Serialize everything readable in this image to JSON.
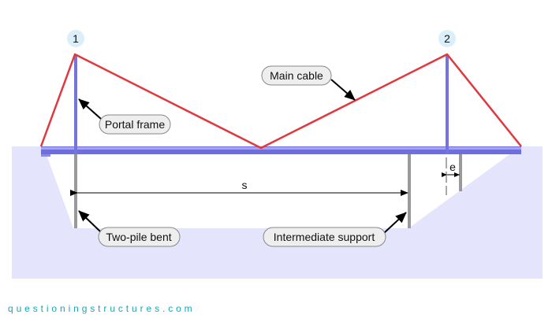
{
  "markers": [
    "1",
    "2"
  ],
  "labels": {
    "main_cable": "Main cable",
    "portal_frame": "Portal frame",
    "two_pile_bent": "Two-pile bent",
    "intermediate_support": "Intermediate support"
  },
  "dimensions": {
    "span": "s",
    "eccentricity": "e"
  },
  "footer": "questioningstructures.com",
  "colors": {
    "cable": "#e0383e",
    "deck": "#6e6edc",
    "pile": "#999999",
    "ground": "#e4e4fc",
    "marker": "#dceefa"
  }
}
